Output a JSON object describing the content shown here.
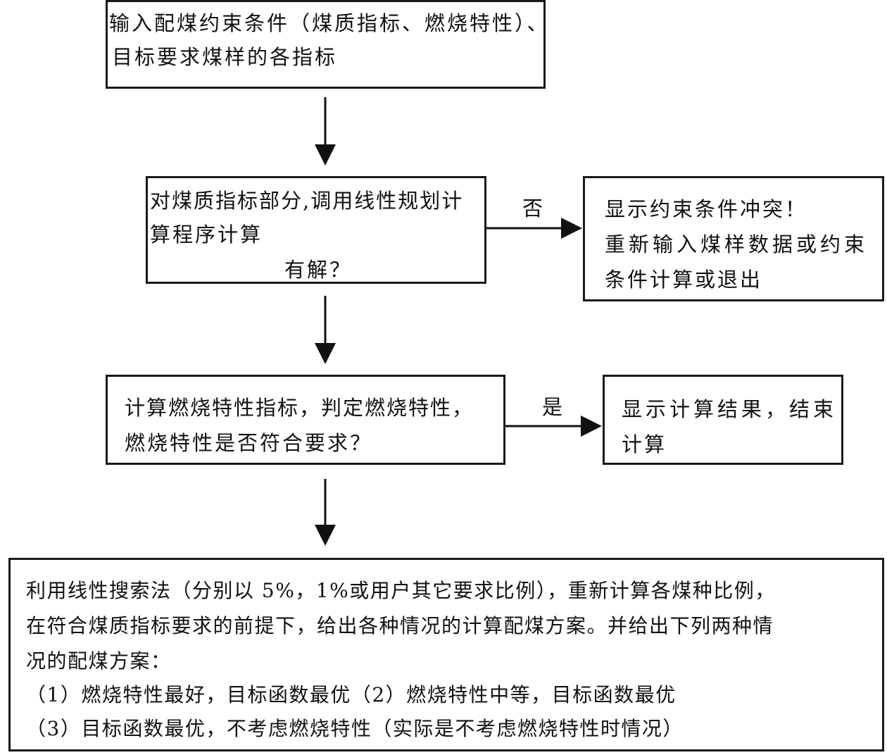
{
  "nodes": {
    "input": {
      "lines": [
        "输入配煤约束条件（煤质指标、燃烧特性）、",
        "目标要求煤样的各指标"
      ]
    },
    "lp": {
      "lines": [
        "对煤质指标部分,调用线性规划计",
        "算程序计算"
      ],
      "question": "有解？"
    },
    "conflict": {
      "lines": [
        "显示约束条件冲突！",
        "重新输入煤样数据或约束",
        "条件计算或退出"
      ]
    },
    "combustion": {
      "lines": [
        "计算燃烧特性指标，判定燃烧特性，",
        "燃烧特性是否符合要求？"
      ]
    },
    "result": {
      "lines": [
        "显示计算结果，结束",
        "计算"
      ]
    },
    "search": {
      "lines": [
        "利用线性搜索法（分别以 5%，1%或用户其它要求比例），重新计算各煤种比例，",
        "在符合煤质指标要求的前提下，给出各种情况的计算配煤方案。并给出下列两种情",
        "况的配煤方案：",
        "（1）燃烧特性最好，目标函数最优（2）燃烧特性中等，目标函数最优",
        "（3）目标函数最优，不考虑燃烧特性（实际是不考虑燃烧特性时情况）"
      ]
    }
  },
  "edges": {
    "no_label": "否",
    "yes_label": "是"
  }
}
